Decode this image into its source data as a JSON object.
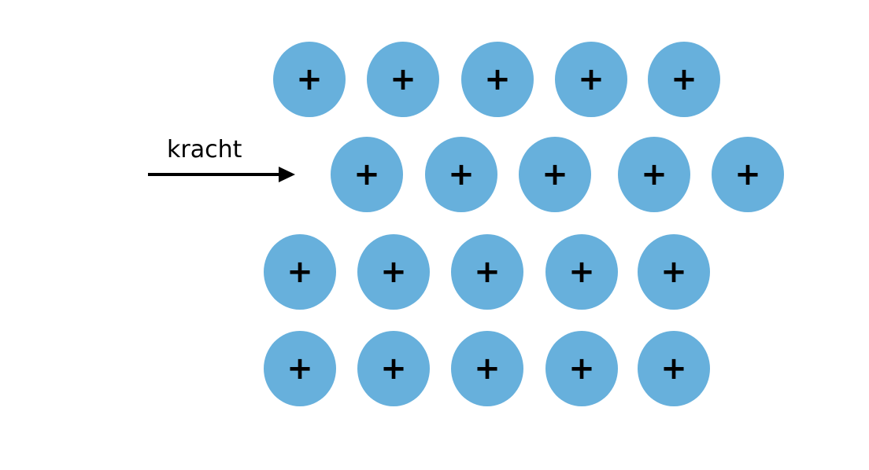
{
  "force": {
    "label": "kracht"
  },
  "ion": {
    "charge": "+"
  },
  "lattice": {
    "rows": [
      {
        "name": "row-1",
        "count": 5
      },
      {
        "name": "row-2-displaced",
        "count": 5
      },
      {
        "name": "row-3",
        "count": 5
      },
      {
        "name": "row-4",
        "count": 5
      }
    ]
  },
  "colors": {
    "ion_fill": "#67b0dc",
    "charge": "#000000",
    "arrow": "#000000",
    "background": "#ffffff"
  }
}
